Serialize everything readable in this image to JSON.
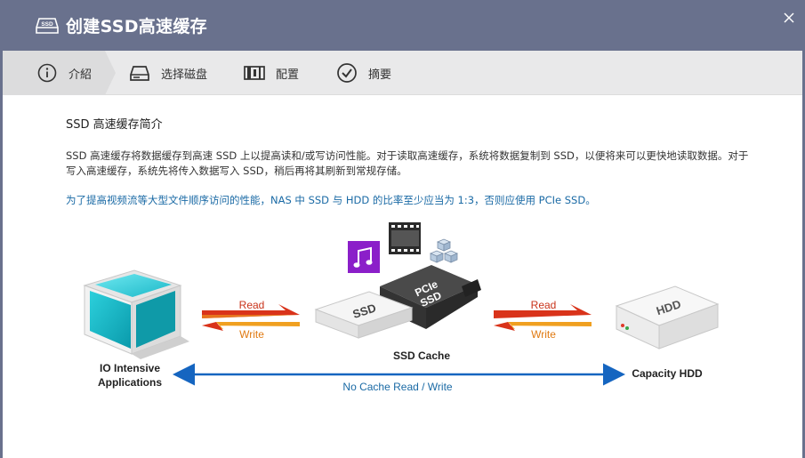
{
  "dialog": {
    "title": "创建SSD高速缓存",
    "icon": "ssd-icon",
    "close_icon": "close-icon"
  },
  "steps": [
    {
      "label": "介紹",
      "icon": "info-icon",
      "active": true
    },
    {
      "label": "选择磁盘",
      "icon": "disk-icon",
      "active": false
    },
    {
      "label": "配置",
      "icon": "config-icon",
      "active": false
    },
    {
      "label": "摘要",
      "icon": "check-circle-icon",
      "active": false
    }
  ],
  "content": {
    "section_title": "SSD 高速缓存简介",
    "description": "SSD 高速缓存将数据缓存到高速 SSD 上以提高读和/或写访问性能。对于读取高速缓存，系统将数据复制到 SSD，以便将来可以更快地读取数据。对于写入高速缓存，系统先将传入数据写入 SSD，稍后再将其刷新到常规存储。",
    "note": "为了提高视频流等大型文件顺序访问的性能，NAS 中 SSD 与 HDD 的比率至少应当为 1:3，否则应使用 PCIe SSD。"
  },
  "diagram": {
    "app_label_line1": "IO Intensive",
    "app_label_line2": "Applications",
    "read_label_1": "Read",
    "write_label_1": "Write",
    "ssd_text": "SSD",
    "pcie_text_1": "PCIe",
    "pcie_text_2": "SSD",
    "cache_label": "SSD Cache",
    "read_label_2": "Read",
    "write_label_2": "Write",
    "hdd_text": "HDD",
    "hdd_label": "Capacity HDD",
    "no_cache_label": "No Cache Read / Write",
    "colors": {
      "header": "#69718d",
      "read": "#d9331a",
      "write": "#f0a020",
      "no_cache": "#1a6aa5",
      "music_tile": "#8b1fc9"
    },
    "icons": [
      "music-icon",
      "film-icon",
      "cubes-icon"
    ]
  }
}
